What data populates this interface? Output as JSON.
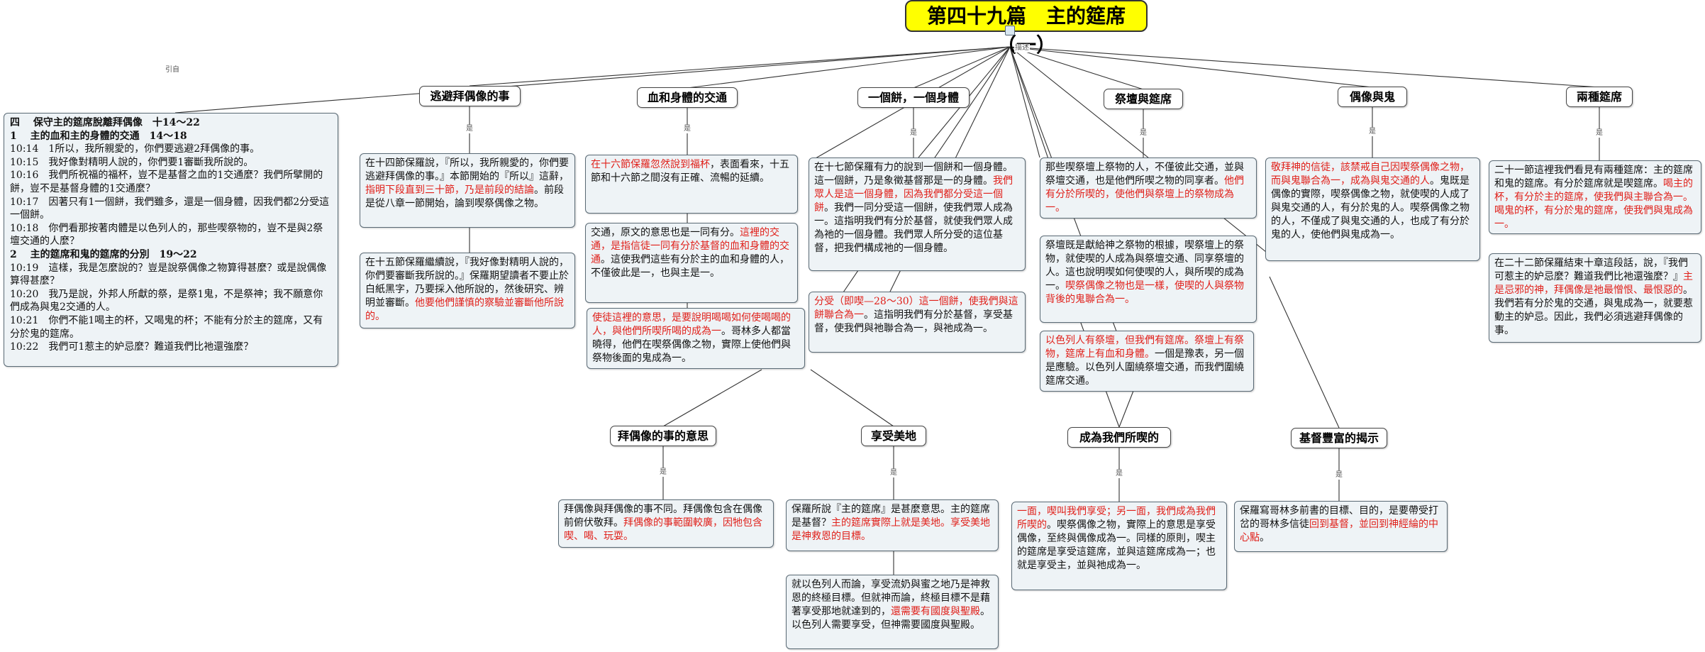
{
  "title": "第四十九篇　主的筵席（一）",
  "hub_label": "描述",
  "link_labels": {
    "lead": "引自",
    "is": "是"
  },
  "outline": [
    {
      "text": "四　 保守主的筵席脫離拜偶像　十14～22",
      "bold": true
    },
    {
      "text": "1　 主的血和主的身體的交通　14～18",
      "bold": true
    },
    {
      "text": "10:14　1所以，我所親愛的，你們要逃避2拜偶像的事。",
      "bold": false
    },
    {
      "text": "10:15　我好像對精明人說的，你們要1審斷我所說的。",
      "bold": false
    },
    {
      "text": "10:16　我們所祝福的福杯，豈不是基督之血的1交通麼？我們所擘開的餅，豈不是基督身體的1交通麼？",
      "bold": false
    },
    {
      "text": "10:17　因著只有1一個餅，我們雖多，還是一個身體，因我們都2分受這一個餅。",
      "bold": false
    },
    {
      "text": "10:18　你們看那按著肉體是以色列人的，那些喫祭物的，豈不是與2祭壇交通的人麼？",
      "bold": false
    },
    {
      "text": "2　 主的筵席和鬼的筵席的分別　19～22",
      "bold": true
    },
    {
      "text": "10:19　這樣，我是怎麼說的？豈是說祭偶像之物算得甚麼？或是說偶像算得甚麼？",
      "bold": false
    },
    {
      "text": "10:20　我乃是說，外邦人所獻的祭，是祭1鬼，不是祭神；我不願意你們成為與鬼2交通的人。",
      "bold": false
    },
    {
      "text": "10:21　你們不能1喝主的杯，又喝鬼的杯；不能有分於主的筵席，又有分於鬼的筵席。",
      "bold": false
    },
    {
      "text": "10:22　我們可1惹主的妒忌麼？難道我們比祂還強麼？",
      "bold": false
    }
  ],
  "topics": {
    "t1": "逃避拜偶像的事",
    "t2": "血和身體的交通",
    "t3": "一個餅，一個身體",
    "t4": "祭壇與筵席",
    "t5": "偶像與鬼",
    "t6": "兩種筵席",
    "t7": "拜偶像的事的意思",
    "t8": "享受美地",
    "t9": "成為我們所喫的",
    "t10": "基督豐富的揭示"
  },
  "notes": {
    "n1a": [
      {
        "t": "在十四節保羅說，『所以，我所親愛的，你們要逃避拜偶像的事。』本節開始的『所以』這辭，",
        "r": false
      },
      {
        "t": "指明下段直到三十節，乃是前段的結論",
        "r": true
      },
      {
        "t": "。前段是從八章一節開始，論到喫祭偶像之物。",
        "r": false
      }
    ],
    "n1b": [
      {
        "t": "在十五節保羅繼續說，『我好像對精明人說的，你們要審斷我所說的。』保羅期望讀者不要止於白紙黑字，乃要採入他所說的，然後研究、辨明並審斷。",
        "r": false
      },
      {
        "t": "他要他們謹慎的察驗並審斷他所說的。",
        "r": true
      }
    ],
    "n2a": [
      {
        "t": "在十六節保羅忽然說到福杯",
        "r": true
      },
      {
        "t": "，表面看來，十五節和十六節之間沒有正確、流暢的延續。",
        "r": false
      }
    ],
    "n2b": [
      {
        "t": "交通，原文的意思也是一同有分。",
        "r": false
      },
      {
        "t": "這裡的交通，是指信徒一同有分於基督的血和身體的交通",
        "r": true
      },
      {
        "t": "。這使我們這些有分於主的血和身體的人，不僅彼此是一，也與主是一。",
        "r": false
      }
    ],
    "n2c": [
      {
        "t": "使徒這裡的意思，是要說明喝喝如何使喝喝的人，與他們所喫所喝的成為一",
        "r": true
      },
      {
        "t": "。哥林多人都當曉得，他們在喫祭偶像之物，實際上使他們與祭物後面的鬼成為一。",
        "r": false
      }
    ],
    "n3a": [
      {
        "t": "在十七節保羅有力的說到一個餅和一個身體。這一個餅，乃是象徵基督那是一的身體。",
        "r": false
      },
      {
        "t": "我們眾人是這一個身體，因為我們都分受這一個餅",
        "r": true
      },
      {
        "t": "。我們一同分受這一個餅，使我們眾人成為一。這指明我們有分於基督，就使我們眾人成為祂的一個身體。我們眾人所分受的這位基督，把我們構成祂的一個身體。",
        "r": false
      }
    ],
    "n3b": [
      {
        "t": "分受（即喫—28～30）這一個餅，使我們與這餅聯合為一",
        "r": true
      },
      {
        "t": "。這指明我們有分於基督，享受基督，使我們與祂聯合為一，與祂成為一。",
        "r": false
      }
    ],
    "n4a": [
      {
        "t": "那些喫祭壇上祭物的人，不僅彼此交通，並與祭壇交通，也是他們所喫之物的同享者。",
        "r": false
      },
      {
        "t": "他們有分於所喫的，使他們與祭壇上的祭物成為一。",
        "r": true
      }
    ],
    "n4b": [
      {
        "t": "祭壇既是獻給神之祭物的根據，喫祭壇上的祭物，就使喫的人成為與祭壇交通、同享祭壇的人。這也說明喫如何使喫的人，與所喫的成為一。",
        "r": false
      },
      {
        "t": "喫祭偶像之物也是一樣，使喫的人與祭物背後的鬼聯合為一。",
        "r": true
      }
    ],
    "n4c": [
      {
        "t": "以色列人有祭壇，但我們有筵席。祭壇上有祭物，筵席上有血和身體。",
        "r": true
      },
      {
        "t": "一個是豫表，另一個是應驗。以色列人圍繞祭壇交通，而我們圍繞筵席交通。",
        "r": false
      }
    ],
    "n5a": [
      {
        "t": "敬拜神的信徒，該禁戒自己因喫祭偶像之物，而與鬼聯合為一，成為與鬼交通的人",
        "r": true
      },
      {
        "t": "。鬼既是偶像的實際，喫祭偶像之物，就使喫的人成了與鬼交通的人，有分於鬼的人。喫祭偶像之物的人，不僅成了與鬼交通的人，也成了有分於鬼的人，使他們與鬼成為一。",
        "r": false
      }
    ],
    "n6a": [
      {
        "t": "二十一節這裡我們看見有兩種筵席：主的筵席和鬼的筵席。有分於筵席就是喫筵席。",
        "r": false
      },
      {
        "t": "喝主的杯，有分於主的筵席，使我們與主聯合為一。喝鬼的杯，有分於鬼的筵席，使我們與鬼成為一。",
        "r": true
      }
    ],
    "n6b": [
      {
        "t": "在二十二節保羅結束十章這段話，說，『我們可惹主的妒忌麼？難道我們比祂還強麼？』",
        "r": false
      },
      {
        "t": "主是忌邪的神，拜偶像是祂最憎恨、最恨惡的",
        "r": true
      },
      {
        "t": "。我們若有分於鬼的交通，與鬼成為一，就要惹動主的妒忌。因此，我們必須逃避拜偶像的事。",
        "r": false
      }
    ],
    "n7a": [
      {
        "t": "拜偶像與拜偶像的事不同。拜偶像包含在偶像前俯伏敬拜。",
        "r": false
      },
      {
        "t": "拜偶像的事範圍較廣，因牠包含喫、喝、玩耍。",
        "r": true
      }
    ],
    "n8a": [
      {
        "t": "保羅所說『主的筵席』是甚麼意思。主的筵席是基督？",
        "r": false
      },
      {
        "t": "主的筵席實際上就是美地。享受美地是神救恩的目標。",
        "r": true
      }
    ],
    "n8b": [
      {
        "t": "就以色列人而論，享受流奶與蜜之地乃是神救恩的終極目標。但就神而論，終極目標不是藉著享受那地就達到的，",
        "r": false
      },
      {
        "t": "還需要有國度與聖殿",
        "r": true
      },
      {
        "t": "。以色列人需要享受，但神需要國度與聖殿。",
        "r": false
      }
    ],
    "n9a": [
      {
        "t": "一面，喫叫我們享受；另一面，我們成為我們所喫的",
        "r": true
      },
      {
        "t": "。喫祭偶像之物，實際上的意思是享受偶像，至終與偶像成為一。同樣的原則，喫主的筵席是享受這筵席，並與這筵席成為一；也就是享受主，並與祂成為一。",
        "r": false
      }
    ],
    "n10a": [
      {
        "t": "保羅寫哥林多前書的目標、目的，是要帶受打岔的哥林多信徒",
        "r": false
      },
      {
        "t": "回到基督，並回到神經綸的中心點",
        "r": true
      },
      {
        "t": "。",
        "r": false
      }
    ]
  }
}
